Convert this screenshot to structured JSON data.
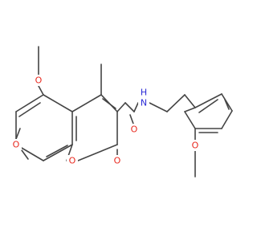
{
  "colors": {
    "background": "#ffffff",
    "bond": "#444444",
    "oxygen": "#e8281e",
    "nitrogen": "#2b2bd6"
  },
  "molecule": {
    "atom_labels": {
      "o_methoxy_top": "O",
      "o_methoxy_left": "O",
      "o_ring": "O",
      "o_lactone_carbonyl": "O",
      "o_amide_carbonyl": "O",
      "n_amide": "N",
      "h_amide": "H",
      "o_methoxy_phenyl": "O"
    }
  }
}
